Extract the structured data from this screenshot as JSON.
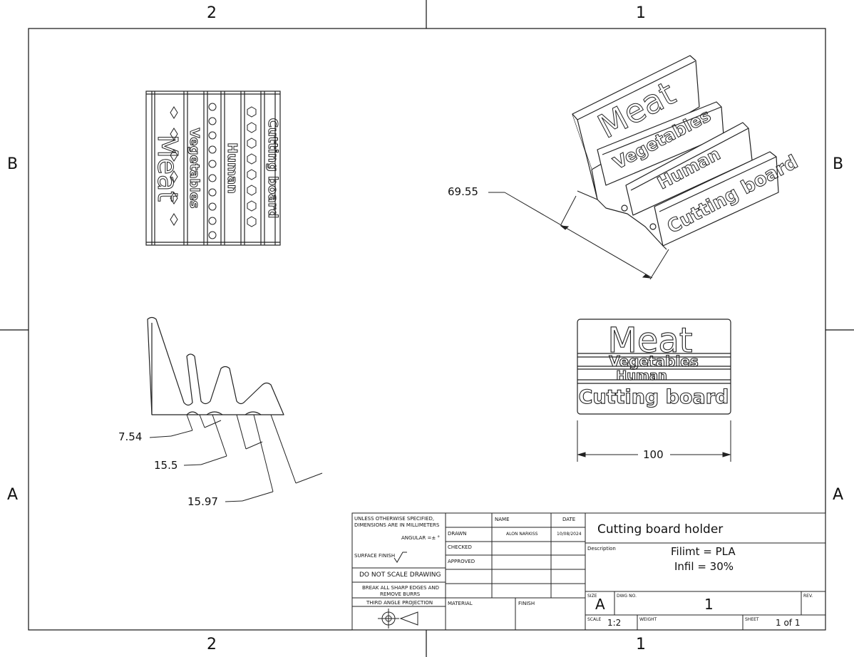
{
  "zones": {
    "top_left": "2",
    "top_right": "1",
    "bottom_left": "2",
    "bottom_right": "1",
    "left_upper": "B",
    "left_lower": "A",
    "right_upper": "B",
    "right_lower": "A"
  },
  "labels": {
    "meat": "Meat",
    "vegetables": "Vegetables",
    "human": "Human",
    "cutting_board": "Cutting board"
  },
  "dimensions": {
    "depth": "69.55",
    "gap1": "7.54",
    "gap2": "15.5",
    "gap3": "15.97",
    "width": "100"
  },
  "title_block": {
    "tolerance_note_1": "UNLESS OTHERWISE SPECIFIED,",
    "tolerance_note_2": "DIMENSIONS ARE IN MILLIMETERS",
    "angular": "ANGULAR =± °",
    "surface_finish": "SURFACE FINISH",
    "do_not_scale": "DO NOT SCALE DRAWING",
    "break_edges_1": "BREAK ALL SHARP EDGES AND",
    "break_edges_2": "REMOVE BURRS",
    "projection": "THIRD ANGLE PROJECTION",
    "col_name": "NAME",
    "col_date": "DATE",
    "row_drawn": "DRAWN",
    "row_checked": "CHECKED",
    "row_approved": "APPROVED",
    "drawn_name": "ALON NARKISS",
    "drawn_date": "10/08/2024",
    "material_label": "MATERIAL",
    "finish_label": "FINISH",
    "title": "Cutting board holder",
    "description_label": "Description",
    "description_line1": "Filimt = PLA",
    "description_line2": "Infil = 30%",
    "size_label": "SIZE",
    "size_value": "A",
    "dwg_label": "DWG NO.",
    "dwg_value": "1",
    "rev_label": "REV.",
    "scale_label": "SCALE",
    "scale_value": "1:2",
    "weight_label": "WEIGHT",
    "sheet_label": "SHEET",
    "sheet_value": "1 of 1"
  }
}
